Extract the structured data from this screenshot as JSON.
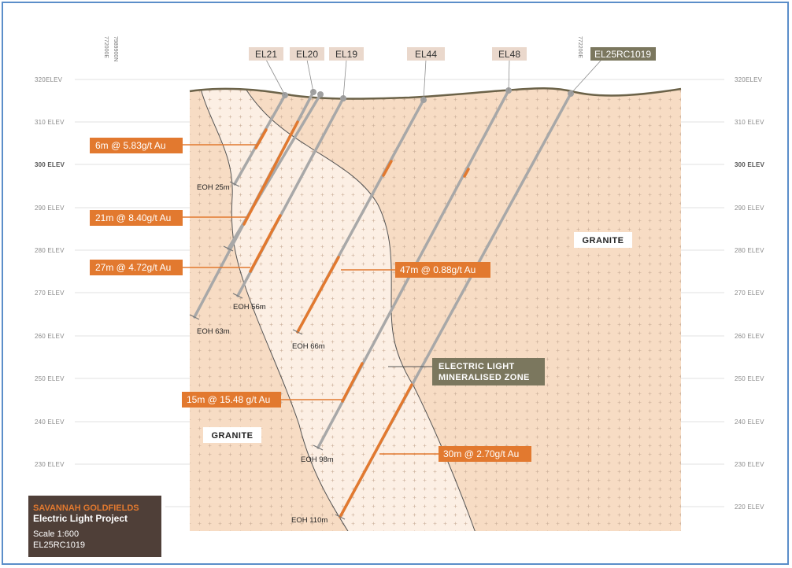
{
  "colors": {
    "granite_fill": "#f7dcc4",
    "zone_fill": "#fcefe4",
    "drill_trace": "#a8a8a8",
    "intercept_orange": "#e2792f",
    "label_bg": "#ead8cc",
    "zone_label_bg": "#7b775e",
    "special_tag_bg": "#7b775e",
    "title_block_bg": "#4f3f38",
    "topography": "#6b6248"
  },
  "coordinates": {
    "northing": "7989900N",
    "easting_left": "772000E",
    "easting_right": "772200E"
  },
  "elevation_labels": {
    "left": [
      "320ELEV",
      "310 ELEV",
      "300 ELEV",
      "290 ELEV",
      "280 ELEV",
      "270 ELEV",
      "260 ELEV",
      "250 ELEV",
      "240 ELEV",
      "230 ELEV"
    ],
    "right": [
      "320ELEV",
      "310 ELEV",
      "300 ELEV",
      "290 ELEV",
      "280 ELEV",
      "270 ELEV",
      "260 ELEV",
      "250 ELEV",
      "240 ELEV",
      "230 ELEV",
      "220 ELEV"
    ]
  },
  "holes": {
    "el21": "EL21",
    "el20": "EL20",
    "el19": "EL19",
    "el44": "EL44",
    "el48": "EL48",
    "el25rc1019": "EL25RC1019"
  },
  "eoh": {
    "e25": "EOH 25m",
    "e56": "EOH 56m",
    "e63": "EOH 63m",
    "e66": "EOH 66m",
    "e98": "EOH 98m",
    "e110": "EOH 110m"
  },
  "intercepts": {
    "i1": "6m @ 5.83g/t Au",
    "i2": "21m @ 8.40g/t Au",
    "i3": "27m @ 4.72g/t Au",
    "i4": "47m @ 0.88g/t Au",
    "i5": "15m @ 15.48 g/t Au",
    "i6": "30m @ 2.70g/t Au"
  },
  "rock_labels": {
    "granite_right": "GRANITE",
    "granite_left": "GRANITE",
    "zone_line1": "ELECTRIC LIGHT",
    "zone_line2": "MINERALISED ZONE"
  },
  "title_block": {
    "company": "SAVANNAH GOLDFIELDS",
    "project": "Electric Light Project",
    "scale": "Scale 1:600",
    "hole": "EL25RC1019"
  }
}
